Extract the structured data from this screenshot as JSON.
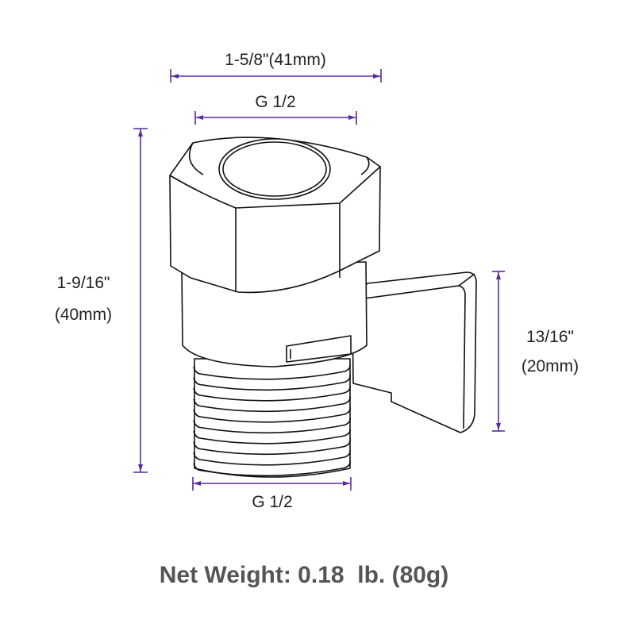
{
  "dimensions": {
    "overall_width": "1-5/8\"(41mm)",
    "top_thread": "G 1/2",
    "height_line1": "1-9/16\"",
    "height_line2": "(40mm)",
    "handle_line1": "13/16\"",
    "handle_line2": "(20mm)",
    "bottom_thread": "G 1/2"
  },
  "net_weight": "Net Weight: 0.18  lb. (80g)",
  "colors": {
    "dimension": "#5a2aa0",
    "weight_text": "#555555"
  }
}
